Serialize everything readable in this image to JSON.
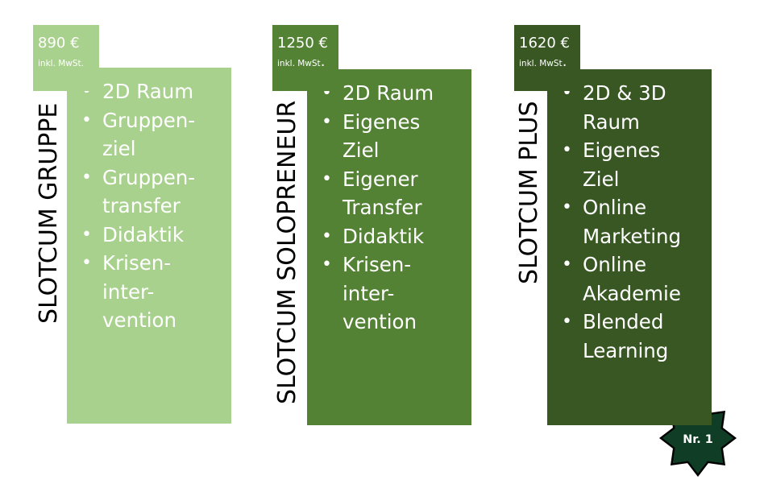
{
  "colors": {
    "light_green": "#a9d18e",
    "medium_green": "#548235",
    "dark_green": "#385723",
    "badge_fill": "#0f3d25"
  },
  "plans": [
    {
      "title": "SLOTCUM GRUPPE",
      "price": "890 €",
      "vat": "inkl. MwSt.",
      "features": [
        [
          "2D Raum"
        ],
        [
          "Gruppen-",
          "ziel"
        ],
        [
          "Gruppen-",
          "transfer"
        ],
        [
          "Didaktik"
        ],
        [
          "Krisen-",
          "inter-",
          "vention"
        ]
      ]
    },
    {
      "title": "SLOTCUM SOLOPRENEUR",
      "price": "1250 €",
      "vat": "inkl. MwSt",
      "vat_dot": ".",
      "features": [
        [
          "2D Raum"
        ],
        [
          "Eigenes",
          "Ziel"
        ],
        [
          "Eigener",
          "Transfer"
        ],
        [
          "Didaktik"
        ],
        [
          "Krisen-",
          "inter-",
          "vention"
        ]
      ]
    },
    {
      "title": "SLOTCUM PLUS",
      "price": "1620 €",
      "vat": "inkl. MwSt",
      "vat_dot": ".",
      "features": [
        [
          "2D & 3D",
          "Raum"
        ],
        [
          "Eigenes",
          "Ziel"
        ],
        [
          "Online",
          "Marketing"
        ],
        [
          "Online",
          "Akademie"
        ],
        [
          "Blended",
          "Learning"
        ]
      ]
    }
  ],
  "badge": {
    "label": "Nr. 1"
  }
}
